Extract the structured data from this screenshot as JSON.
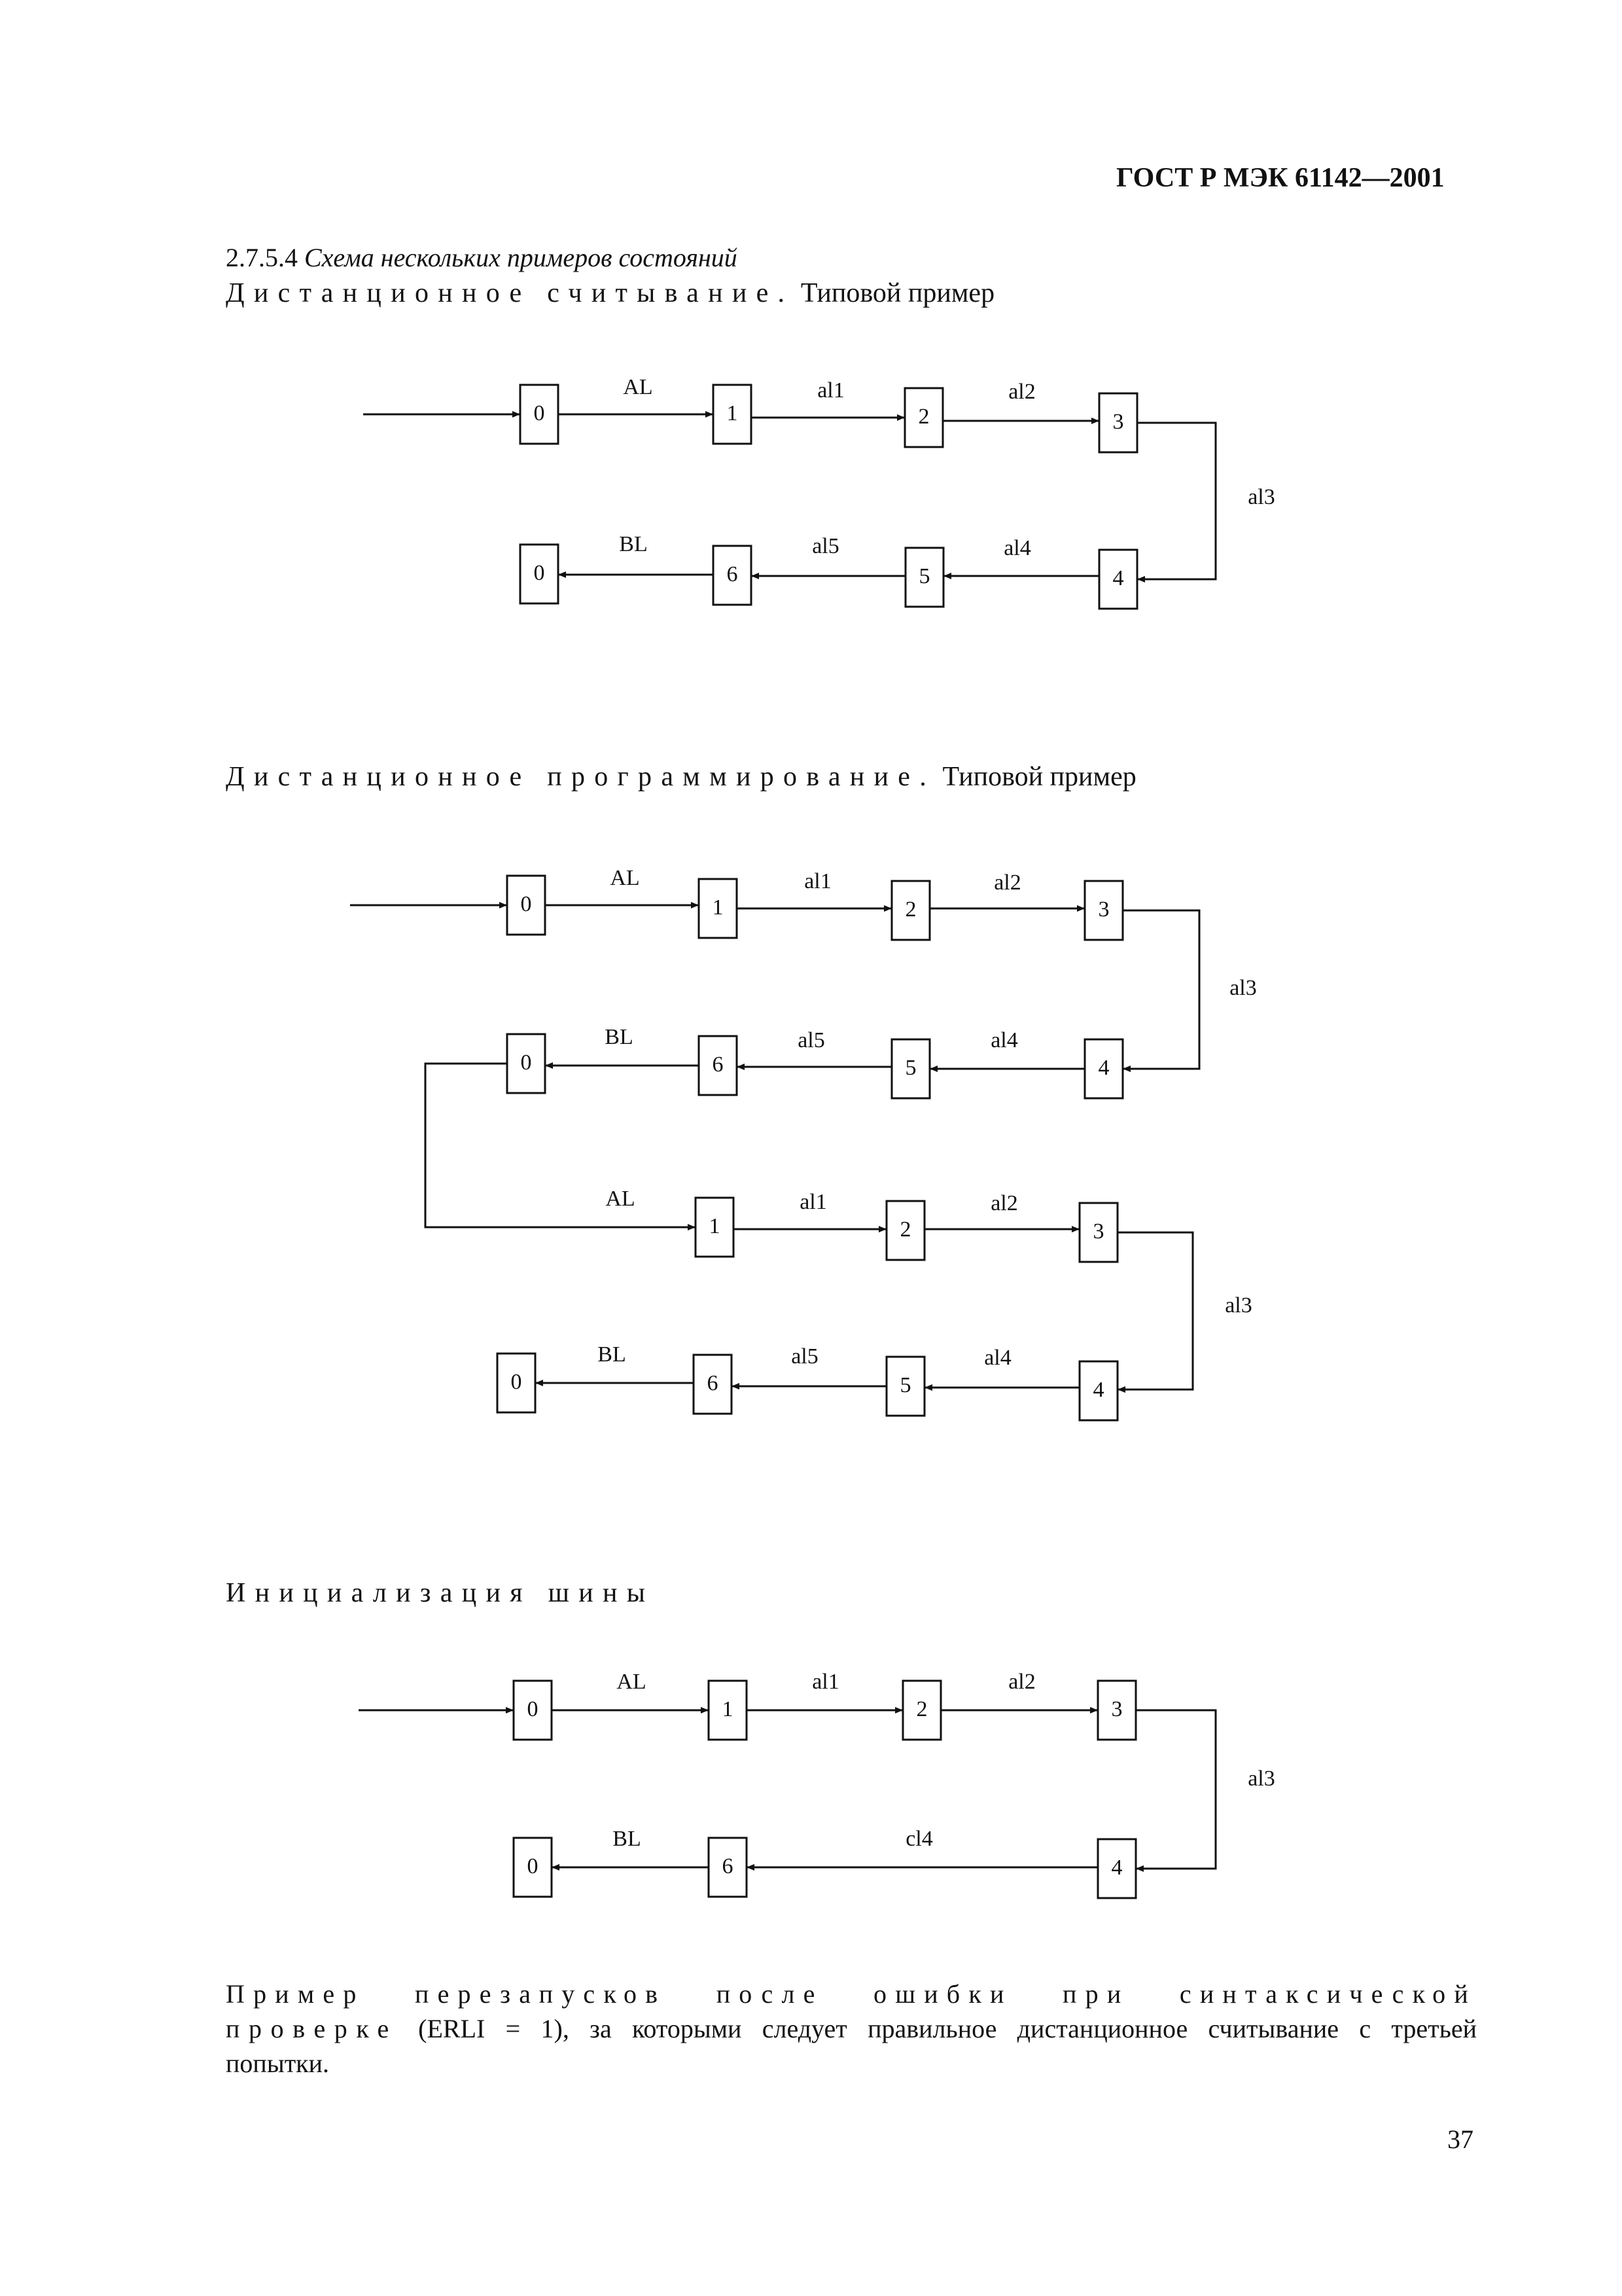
{
  "header": {
    "standard": "ГОСТ Р МЭК 61142—2001"
  },
  "section": {
    "number": "2.7.5.4",
    "title": "Схема нескольких примеров состояний"
  },
  "blocks": [
    {
      "heading_spaced": "Дистанционное считывание.",
      "heading_rest": "Типовой пример"
    },
    {
      "heading_spaced": "Дистанционное программирование.",
      "heading_rest": "Типовой пример"
    },
    {
      "heading_spaced": "Инициализация шины",
      "heading_rest": ""
    }
  ],
  "diagrams": [
    {
      "rows": [
        {
          "states": [
            "0",
            "1",
            "2",
            "3"
          ],
          "labels": [
            "AL",
            "al1",
            "al2"
          ]
        },
        {
          "states": [
            "0",
            "6",
            "5",
            "4"
          ],
          "labels": [
            "BL",
            "al5",
            "al4"
          ]
        }
      ],
      "turn_label": "al3"
    },
    {
      "rows": [
        {
          "states": [
            "0",
            "1",
            "2",
            "3"
          ],
          "labels": [
            "AL",
            "al1",
            "al2"
          ]
        },
        {
          "states": [
            "0",
            "6",
            "5",
            "4"
          ],
          "labels": [
            "BL",
            "al5",
            "al4"
          ]
        },
        {
          "states": [
            "1",
            "2",
            "3"
          ],
          "labels": [
            "AL",
            "al1",
            "al2"
          ]
        },
        {
          "states": [
            "0",
            "6",
            "5",
            "4"
          ],
          "labels": [
            "BL",
            "al5",
            "al4"
          ]
        }
      ],
      "turn_labels": [
        "al3",
        "al3"
      ]
    },
    {
      "rows": [
        {
          "states": [
            "0",
            "1",
            "2",
            "3"
          ],
          "labels": [
            "AL",
            "al1",
            "al2"
          ]
        },
        {
          "states": [
            "0",
            "6",
            "4"
          ],
          "labels": [
            "BL",
            "cl4"
          ]
        }
      ],
      "turn_label": "al3"
    }
  ],
  "paragraph": {
    "line1": "Пример перезапусков после ошибки при синтаксической",
    "line2_spaced": "проверке",
    "line2_rest": "(ERLI = 1), за которыми следует правильное дистанционное считывание с третьей",
    "line3": "попытки."
  },
  "page_number": "37"
}
